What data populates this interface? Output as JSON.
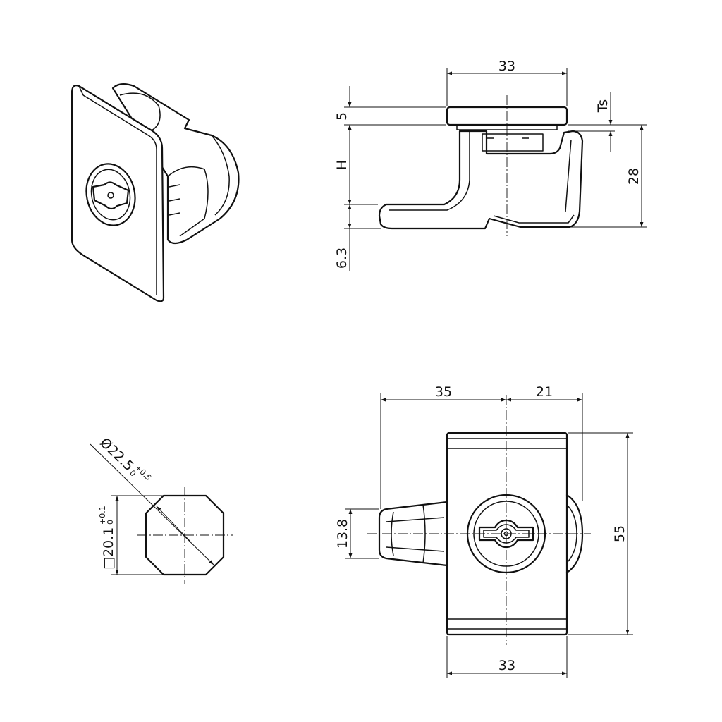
{
  "side_view": {
    "dim_width_top": "33",
    "dim_flange": "5",
    "dim_h": "H",
    "dim_ts": "Ts",
    "dim_height": "28",
    "dim_bottom": "6.3"
  },
  "cutout_view": {
    "dim_diameter": "Ø22.5",
    "dim_diameter_tol_upper": "+0.5",
    "dim_diameter_tol_lower": "0",
    "dim_square": "□20.1",
    "dim_square_tol_upper": "+0.1",
    "dim_square_tol_lower": "0"
  },
  "front_view": {
    "dim_left": "35",
    "dim_right": "21",
    "dim_cam": "13.8",
    "dim_height": "55",
    "dim_width_bottom": "33"
  }
}
